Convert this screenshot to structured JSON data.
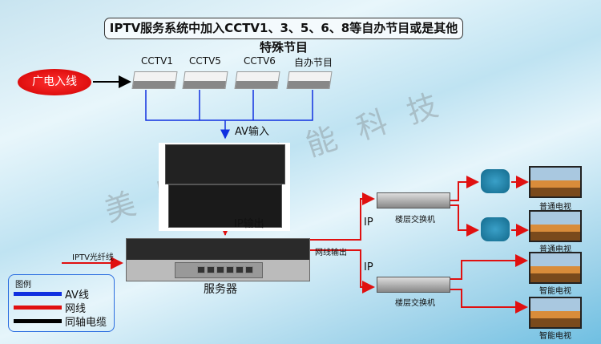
{
  "title": "IPTV服务系统中加入CCTV1、3、5、6、8等自办节目或是其他特殊节目",
  "source": "广电入线",
  "channels": [
    "CCTV1",
    "CCTV5",
    "CCTV6",
    "自办节目"
  ],
  "av_input": "AV输入",
  "ip_output": "IP输出",
  "iptv_fiber": "IPTV光纤线",
  "server": "服务器",
  "net_output": "网线输出",
  "ip_labels": [
    "IP",
    "IP"
  ],
  "switches": [
    "楼层交换机",
    "楼层交换机"
  ],
  "tvs": [
    "普通电视",
    "普通电视",
    "智能电视",
    "智能电视"
  ],
  "watermark": "美乐视智能科技",
  "legend": {
    "title": "图例",
    "items": [
      {
        "label": "AV线",
        "color": "#1030e0"
      },
      {
        "label": "网线",
        "color": "#e01010"
      },
      {
        "label": "同轴电缆",
        "color": "#000000"
      }
    ]
  }
}
